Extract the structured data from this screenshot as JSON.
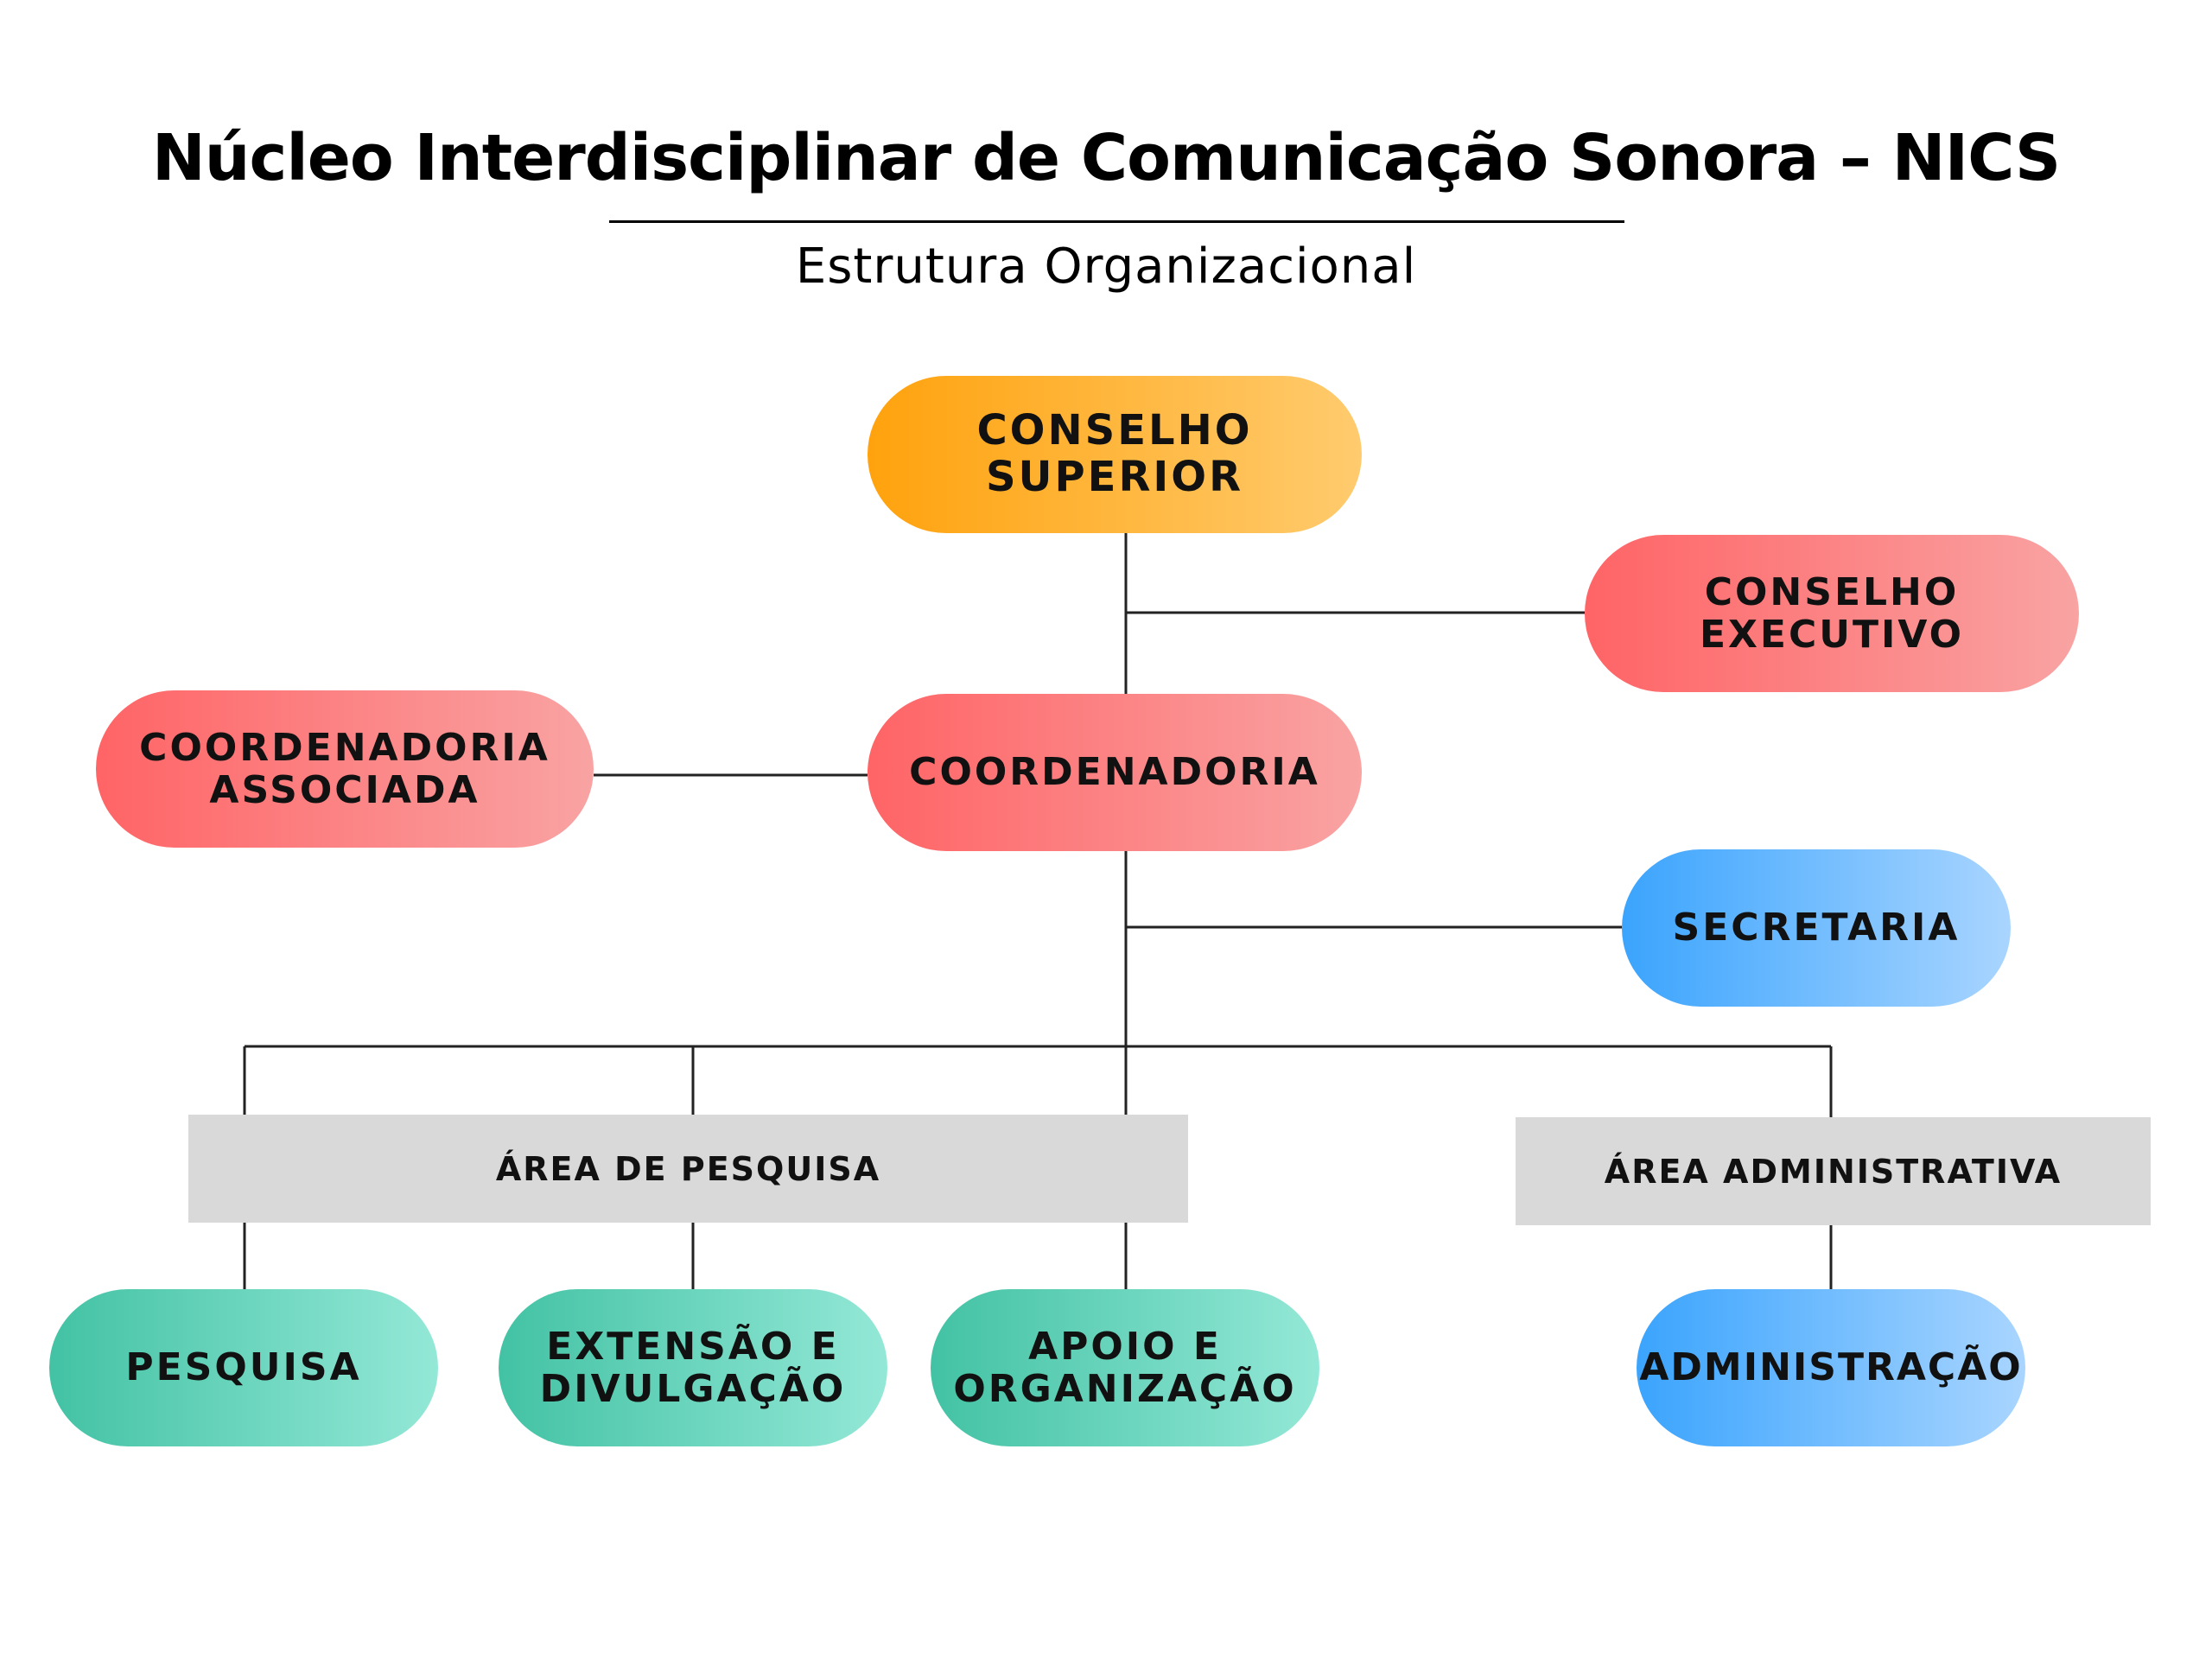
{
  "header": {
    "title": "Núcleo Interdisciplinar de Comunicação Sonora – NICS",
    "subtitle": "Estrutura Organizacional"
  },
  "nodes": {
    "conselho_superior": {
      "line1": "CONSELHO",
      "line2": "SUPERIOR"
    },
    "conselho_executivo": {
      "line1": "CONSELHO",
      "line2": "EXECUTIVO"
    },
    "coordenadoria_associada": {
      "line1": "COORDENADORIA",
      "line2": "ASSOCIADA"
    },
    "coordenadoria": {
      "line1": "COORDENADORIA"
    },
    "secretaria": {
      "line1": "SECRETARIA"
    },
    "pesquisa": {
      "line1": "PESQUISA"
    },
    "extensao": {
      "line1": "EXTENSÃO E",
      "line2": "DIVULGAÇÃO"
    },
    "apoio": {
      "line1": "APOIO E",
      "line2": "ORGANIZAÇÃO"
    },
    "administracao": {
      "line1": "ADMINISTRAÇÃO"
    }
  },
  "areas": {
    "pesquisa": "ÁREA DE PESQUISA",
    "administrativa": "ÁREA ADMINISTRATIVA"
  },
  "colors": {
    "orange": "#ffa20d",
    "red": "#ff6466",
    "blue": "#3ba4fd",
    "teal": "#43c2a4",
    "area_bar": "#d9d9d9"
  }
}
